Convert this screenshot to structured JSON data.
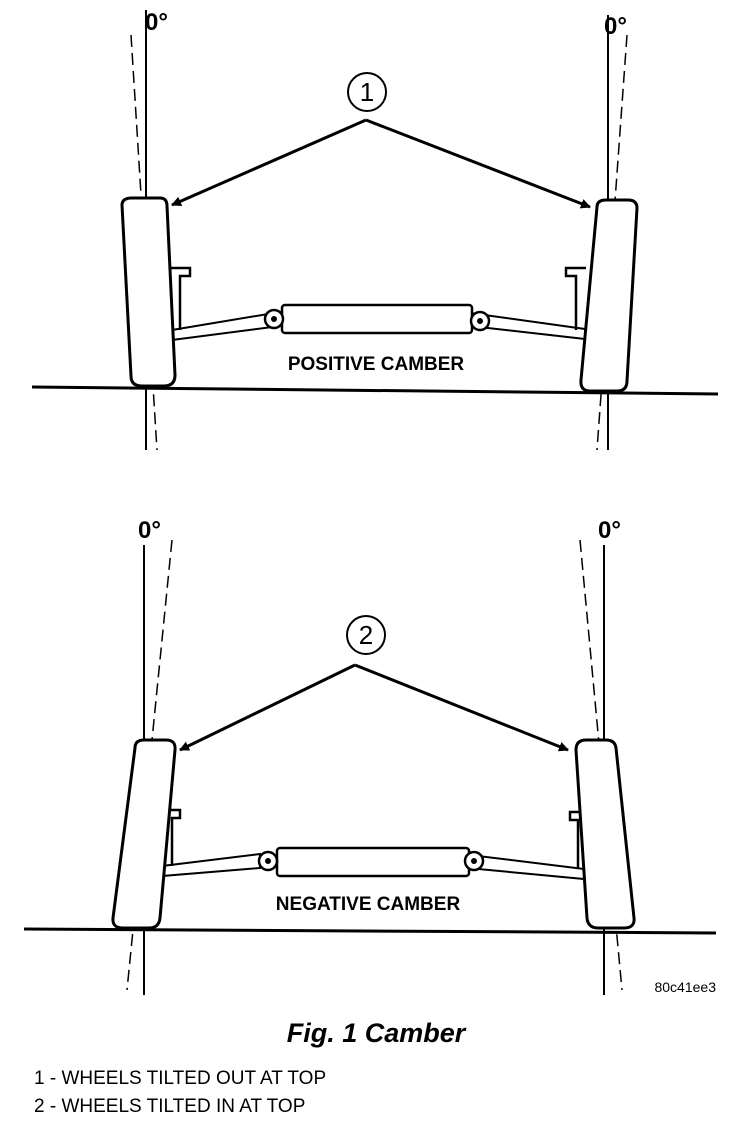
{
  "figure": {
    "caption": "Fig. 1 Camber",
    "code": "80c41ee3"
  },
  "positive": {
    "label": "POSITIVE CAMBER",
    "angle_left": "0°",
    "angle_right": "0°",
    "callout": "1"
  },
  "negative": {
    "label": "NEGATIVE CAMBER",
    "angle_left": "0°",
    "angle_right": "0°",
    "callout": "2"
  },
  "legend": [
    {
      "num": "1",
      "sep": " - ",
      "text": "WHEELS TILTED OUT AT TOP"
    },
    {
      "num": "2",
      "sep": " - ",
      "text": "WHEELS TILTED IN AT TOP"
    }
  ]
}
